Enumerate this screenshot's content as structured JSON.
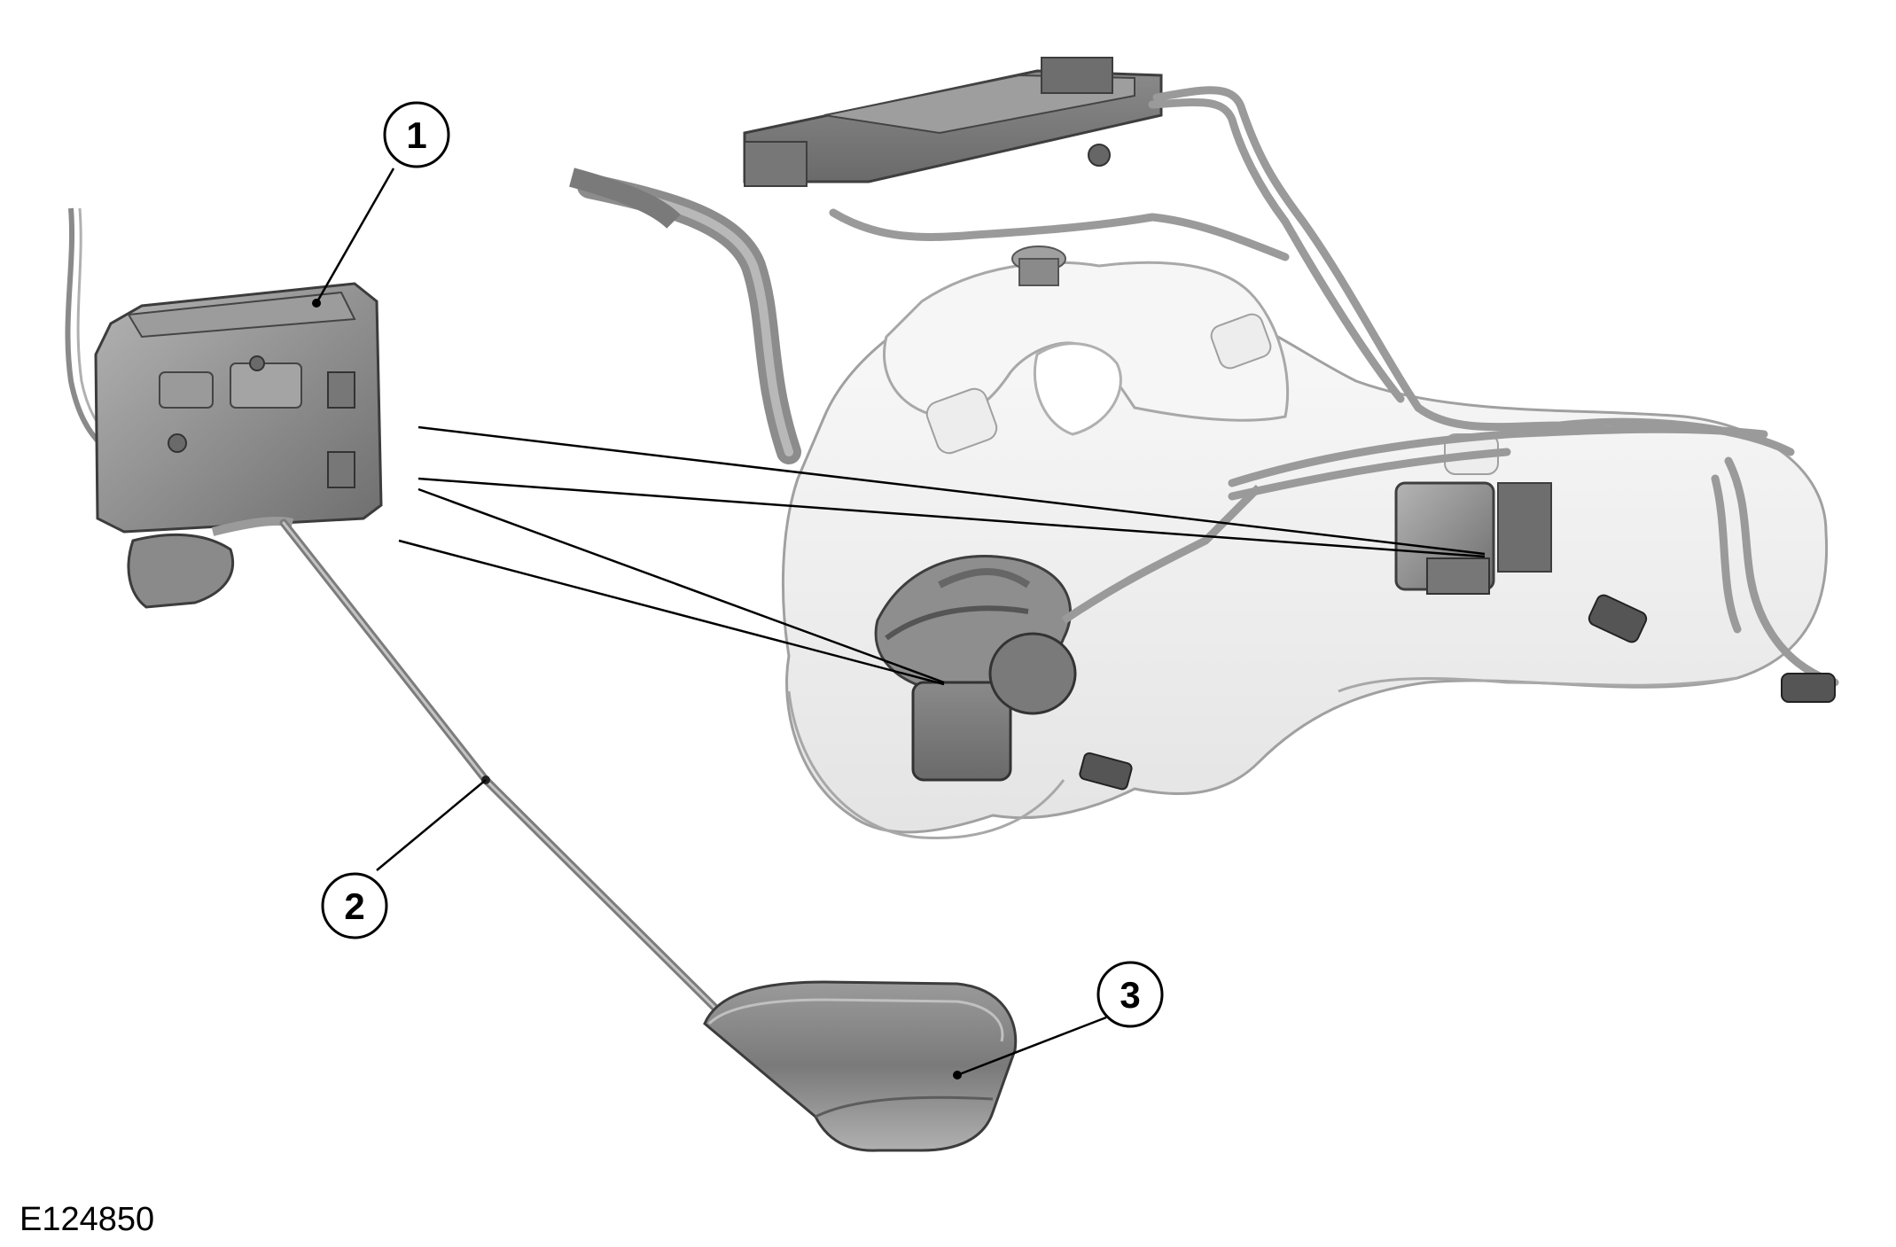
{
  "figure_id": "E124850",
  "callouts": [
    {
      "label": "1"
    },
    {
      "label": "2"
    },
    {
      "label": "3"
    }
  ],
  "colors": {
    "tank": "#f2f2f2",
    "tank_outline": "#9a9a9a",
    "component": "#8c8c8c",
    "component_dark": "#5e5e5e",
    "pipe": "#a8a8a8",
    "leader": "#000000"
  }
}
